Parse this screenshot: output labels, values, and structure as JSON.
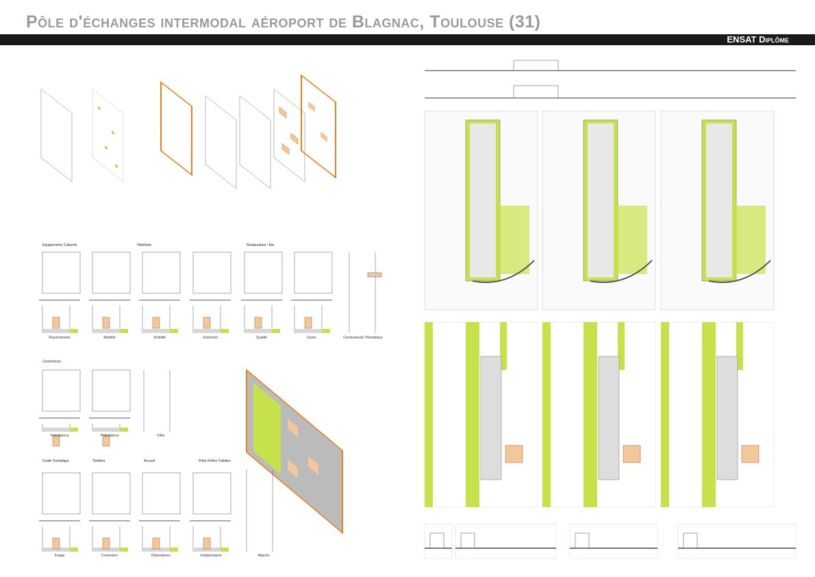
{
  "header": {
    "title": "Pôle d'échanges intermodal aéroport de Blagnac, Toulouse (31)",
    "badge": "ENSAT Diplôme"
  },
  "colors": {
    "orange": "#e8801e",
    "green": "#c6e24a",
    "wood": "#f2c89a",
    "grey": "#d6d6d6"
  },
  "analysis": {
    "headings": [
      "Equipements Culturels",
      "Hôtellerie",
      "Restauration / Bar",
      "Commerces",
      "Guide Touristique",
      "Toilettes",
      "Accueil",
      "Point d'infos Toilettes"
    ],
    "row1": [
      "Rayonnement",
      "Mobilité",
      "Visibilité",
      "Isolement",
      "Qualité",
      "Durée",
      "Communauté Thématique"
    ],
    "row2": [
      "Polyvalence",
      "Polyvalence",
      "Filtre"
    ],
    "row3": [
      "Fixage",
      "Connexion",
      "Dépendance",
      "Indépendance",
      "Attache"
    ]
  }
}
